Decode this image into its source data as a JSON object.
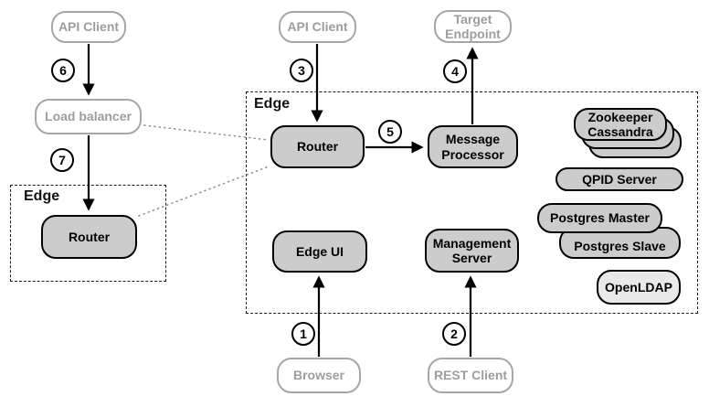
{
  "diagram": {
    "type": "architecture-diagram",
    "groups": {
      "left": {
        "label": "Edge"
      },
      "main": {
        "label": "Edge"
      }
    },
    "nodes": {
      "api_client_left": {
        "label": "API Client",
        "kind": "external"
      },
      "load_balancer": {
        "label": "Load balancer",
        "kind": "external"
      },
      "router_left": {
        "label": "Router",
        "kind": "component"
      },
      "api_client_mid": {
        "label": "API Client",
        "kind": "external"
      },
      "target_endpoint": {
        "label": "Target Endpoint",
        "kind": "external"
      },
      "router_main": {
        "label": "Router",
        "kind": "component"
      },
      "message_processor": {
        "label": "Message Processor",
        "kind": "component"
      },
      "edge_ui": {
        "label": "Edge UI",
        "kind": "component"
      },
      "management_server": {
        "label": "Management Server",
        "kind": "component"
      },
      "zookeeper_cassandra": {
        "label": "Zookeeper Cassandra",
        "kind": "component-stack"
      },
      "qpid_server": {
        "label": "QPID Server",
        "kind": "component"
      },
      "postgres_master": {
        "label": "Postgres Master",
        "kind": "component"
      },
      "postgres_slave": {
        "label": "Postgres Slave",
        "kind": "component"
      },
      "openldap": {
        "label": "OpenLDAP",
        "kind": "component"
      },
      "browser": {
        "label": "Browser",
        "kind": "external"
      },
      "rest_client": {
        "label": "REST Client",
        "kind": "external"
      }
    },
    "steps": [
      "1",
      "2",
      "3",
      "4",
      "5",
      "6",
      "7"
    ],
    "edges": [
      {
        "from": "browser",
        "to": "edge_ui",
        "step": "1",
        "style": "solid-arrow"
      },
      {
        "from": "rest_client",
        "to": "management_server",
        "step": "2",
        "style": "solid-arrow"
      },
      {
        "from": "api_client_mid",
        "to": "router_main",
        "step": "3",
        "style": "solid-arrow"
      },
      {
        "from": "message_processor",
        "to": "target_endpoint",
        "step": "4",
        "style": "solid-arrow"
      },
      {
        "from": "router_main",
        "to": "message_processor",
        "step": "5",
        "style": "solid-arrow"
      },
      {
        "from": "api_client_left",
        "to": "load_balancer",
        "step": "6",
        "style": "solid-arrow"
      },
      {
        "from": "load_balancer",
        "to": "router_left",
        "step": "7",
        "style": "solid-arrow"
      },
      {
        "from": "load_balancer",
        "to": "router_main",
        "style": "dotted"
      },
      {
        "from": "router_left",
        "to": "router_main",
        "style": "dotted"
      }
    ],
    "colors": {
      "component_fill": "#cccccc",
      "component_border": "#000000",
      "external_border": "#a6a6a6",
      "external_text": "#9d9d9d",
      "openldap_fill": "#e9e9e9",
      "arrow": "#000000",
      "dotted_link": "#909090",
      "background": "#ffffff"
    }
  }
}
